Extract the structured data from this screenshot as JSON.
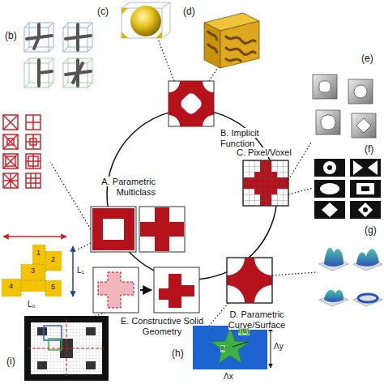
{
  "diagram": {
    "nodes": [
      {
        "text": [
          "A. Parametric Multiclass"
        ]
      },
      {
        "text": [
          "B. Implicit Function"
        ]
      },
      {
        "text": [
          "C. Pixel/Voxel"
        ]
      },
      {
        "text": [
          "D. Parametric Curve/Surface"
        ]
      },
      {
        "text": [
          "E. Constructive Solid Geometry"
        ]
      }
    ],
    "labels": [
      "(b)",
      "(c)",
      "(d)",
      "(e)",
      "(f)",
      "(g)",
      "(h)",
      "(i)",
      "1",
      "2",
      "3",
      "4",
      "5",
      "L₀",
      "L₁",
      "r(θᵢ)",
      "θᵢ",
      "Λx",
      "Λy"
    ]
  }
}
